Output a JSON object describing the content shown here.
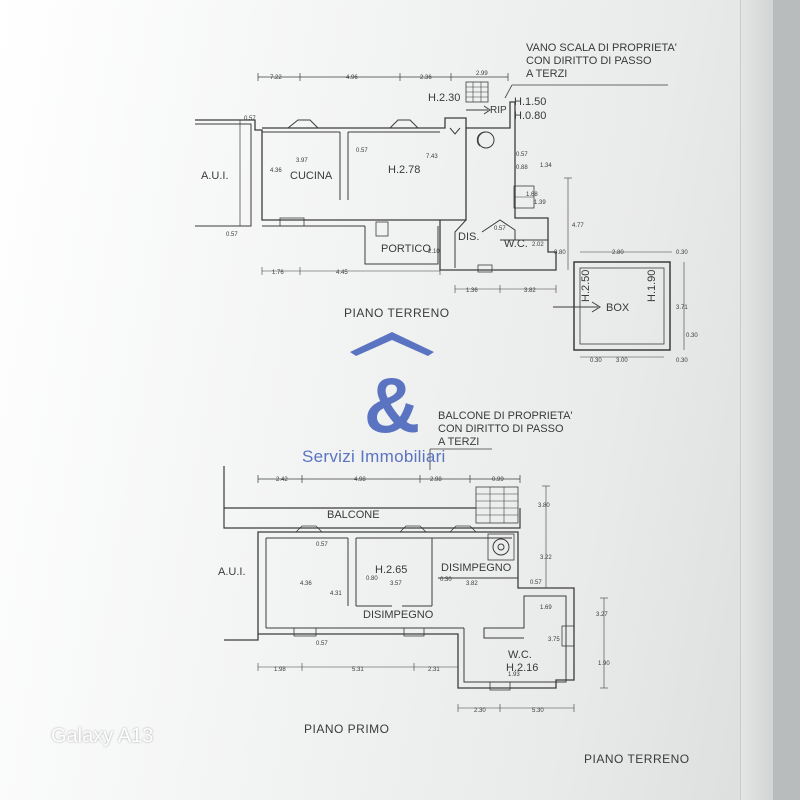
{
  "ground_floor": {
    "note_staircase": [
      "VANO SCALA DI PROPRIETA'",
      "CON DIRITTO DI PASSO",
      "A TERZI"
    ],
    "aui": "A.U.I.",
    "cucina": "CUCINA",
    "height_main": "H.2.78",
    "height_stair_top": "H.2.30",
    "height_150": "H.1.50",
    "height_080": "H.0.80",
    "rip": "RIP",
    "portico": "PORTICO",
    "dis": "DIS.",
    "wc": "W.C.",
    "box": "BOX",
    "box_h250": "H.2.50",
    "box_h190": "H.1.90",
    "title": "PIANO TERRENO"
  },
  "first_floor": {
    "note_balcony": [
      "BALCONE DI PROPRIETA'",
      "CON DIRITTO DI PASSO",
      "A TERZI"
    ],
    "aui": "A.U.I.",
    "balcone": "BALCONE",
    "height_room": "H.2.65",
    "disimpegno_upper": "DISIMPEGNO",
    "disimpegno_lower": "DISIMPEGNO",
    "wc": "W.C.",
    "height_wc": "H.2.16",
    "title": "PIANO PRIMO"
  },
  "footer_title": "PIANO TERRENO",
  "watermark": {
    "text": "Servizi Immobiliari",
    "color": "#5b74c2"
  },
  "phone_label": "Galaxy A13",
  "dims": {
    "g_top": [
      "7.22",
      "4.96",
      "2.36",
      "2.99"
    ],
    "g_bottom": [
      "1.76",
      "4.45",
      "2.10"
    ],
    "g_bottom2": [
      "1.36",
      "3.82"
    ],
    "g_misc": [
      "0.57",
      "4.36",
      "0.57",
      "3.97",
      "0.57",
      "7.43",
      "4.36",
      "0.57",
      "1.34",
      "0.88",
      "1.68",
      "1.39",
      "0.57",
      "0.80",
      "2.02",
      "4.77",
      "0.80",
      "0.30",
      "0.30",
      "0.30",
      "2.80",
      "0.30",
      "3.71",
      "0.30",
      "0.30",
      "3.00",
      "0.30",
      "0.57",
      "2.50"
    ],
    "f_top": [
      "2.42",
      "4.98",
      "2.98",
      "0.99"
    ],
    "f_bottom": [
      "1.98",
      "5.31",
      "2.31"
    ],
    "f_bottom2": [
      "2.30",
      "5.30"
    ],
    "f_misc": [
      "0.57",
      "4.36",
      "4.31",
      "0.57",
      "0.80",
      "3.57",
      "0.30",
      "3.82",
      "0.57",
      "1.69",
      "3.80",
      "3.22",
      "3.75",
      "1.90",
      "3.27",
      "1.93",
      "0.57"
    ]
  }
}
